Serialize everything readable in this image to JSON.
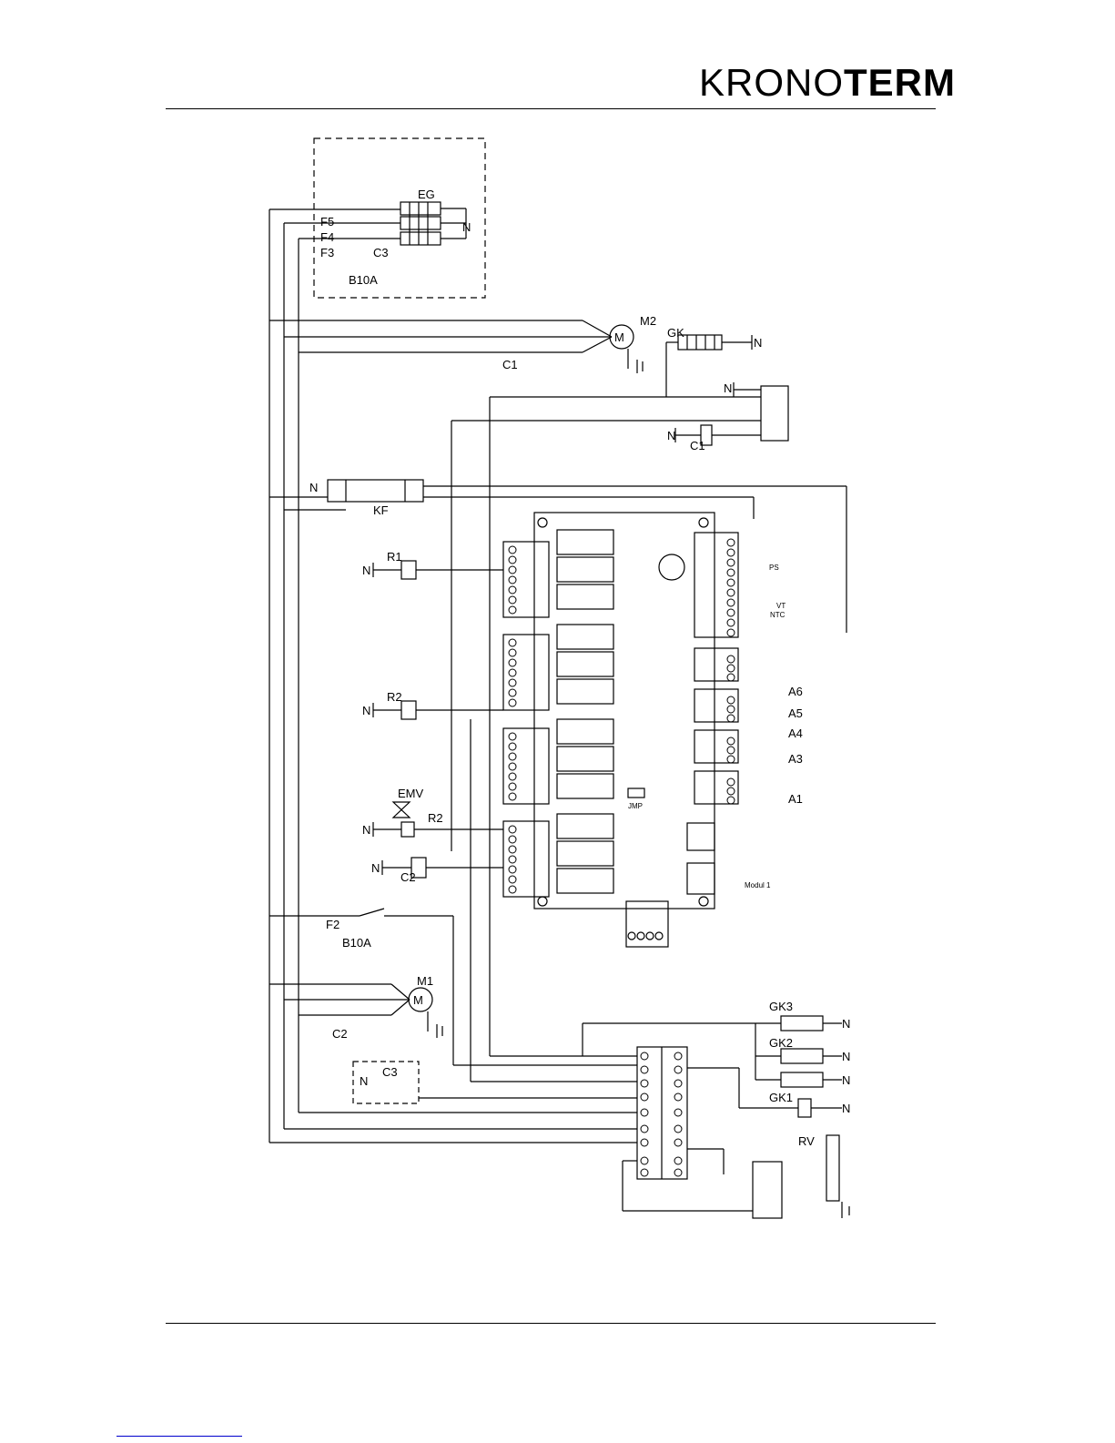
{
  "header": {
    "brand_light": "KRONO",
    "brand_bold": "TERM"
  },
  "labels": {
    "EG": "EG",
    "F3": "F3",
    "F4": "F4",
    "F5": "F5",
    "B10A_top": "B10A",
    "C3_top": "C3",
    "C1": "C1",
    "M2": "M2",
    "GK": "GK",
    "N": "N",
    "KF": "KF",
    "R1": "R1",
    "R2": "R2",
    "EMV": "EMV",
    "C2": "C2",
    "F2": "F2",
    "B10A_bottom": "B10A",
    "M1": "M1",
    "C3_bottom": "C3",
    "GK1": "GK1",
    "GK2": "GK2",
    "GK3": "GK3",
    "RV": "RV",
    "A1": "A1",
    "A3": "A3",
    "A4": "A4",
    "A5": "A5",
    "A6": "A6",
    "PS": "PS",
    "VT": "VT",
    "NTC": "NTC",
    "JMP": "JMP",
    "module": "Modul 1"
  }
}
